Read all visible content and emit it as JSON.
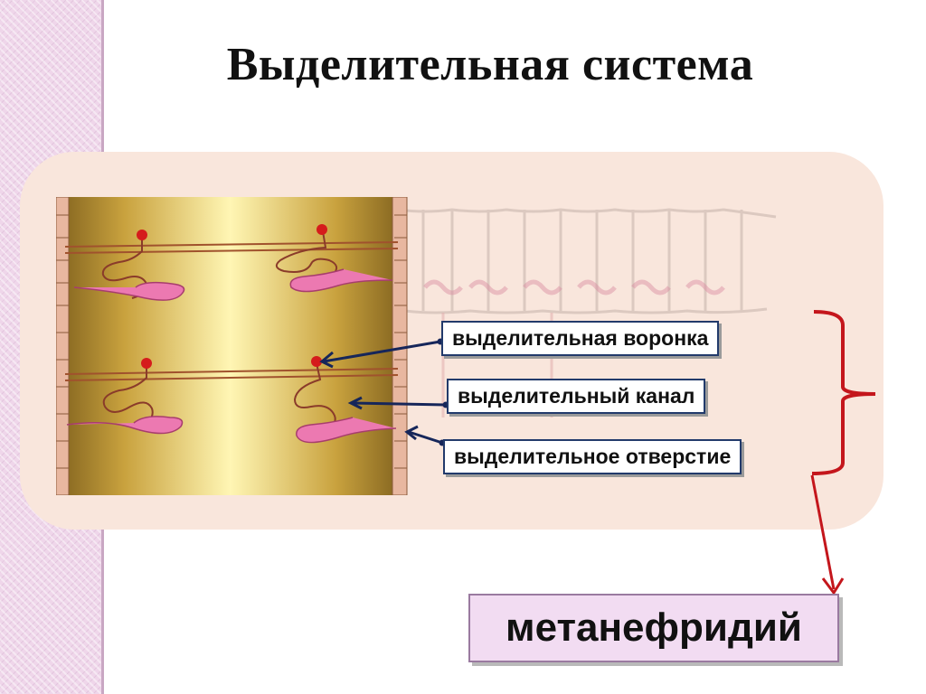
{
  "title": "Выделительная система",
  "labels": {
    "funnel": "выделительная воронка",
    "canal": "выделительный канал",
    "opening": "выделительное отверстие"
  },
  "result": "метанефридий",
  "colors": {
    "accent_red": "#c4161c",
    "pointer_navy": "#16265a",
    "nephridium_pink": "#e66aa6",
    "body_gold": "#c9a23e"
  }
}
